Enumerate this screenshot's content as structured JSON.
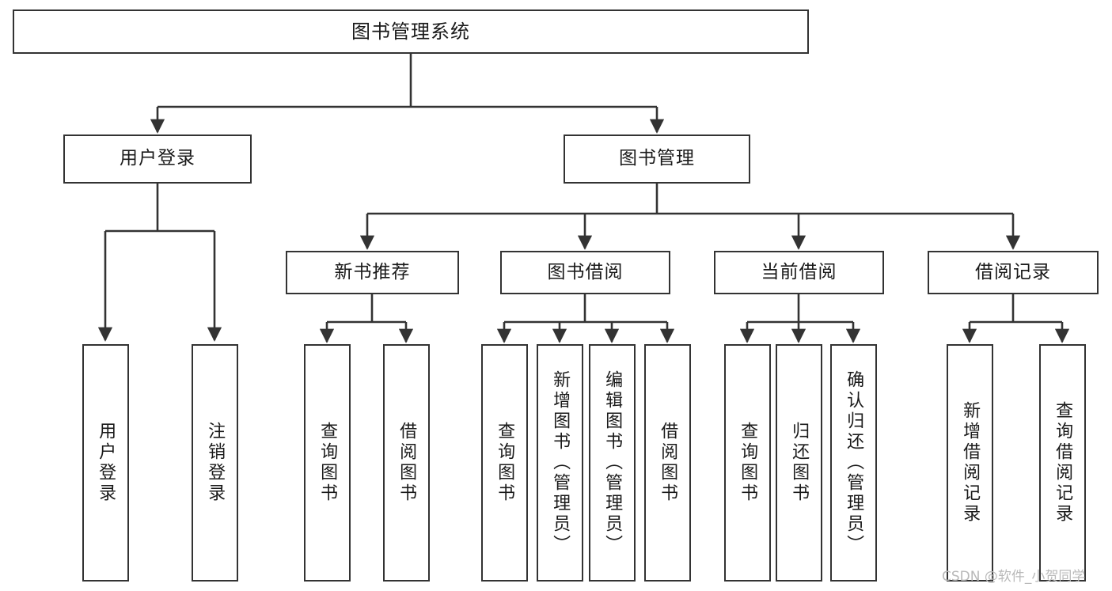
{
  "diagram": {
    "title": "图书管理系统",
    "watermark": "CSDN @软件_小贺同学",
    "colors": {
      "background": "#ffffff",
      "border": "#333333",
      "text": "#1a1a1a",
      "watermark": "#b9b9b9"
    },
    "root": {
      "label": "图书管理系统"
    },
    "level2": [
      {
        "label": "用户登录"
      },
      {
        "label": "图书管理"
      }
    ],
    "level3": [
      {
        "label": "新书推荐"
      },
      {
        "label": "图书借阅"
      },
      {
        "label": "当前借阅"
      },
      {
        "label": "借阅记录"
      }
    ],
    "leaves": {
      "user_login": [
        {
          "label": "用户登录"
        },
        {
          "label": "注销登录"
        }
      ],
      "new_book_recommend": [
        {
          "label": "查询图书"
        },
        {
          "label": "借阅图书"
        }
      ],
      "book_borrow": [
        {
          "label": "查询图书"
        },
        {
          "label": "新增图书（管理员）"
        },
        {
          "label": "编辑图书（管理员）"
        },
        {
          "label": "借阅图书"
        }
      ],
      "current_borrow": [
        {
          "label": "查询图书"
        },
        {
          "label": "归还图书"
        },
        {
          "label": "确认归还（管理员）"
        }
      ],
      "borrow_record": [
        {
          "label": "新增借阅记录"
        },
        {
          "label": "查询借阅记录"
        }
      ]
    }
  }
}
